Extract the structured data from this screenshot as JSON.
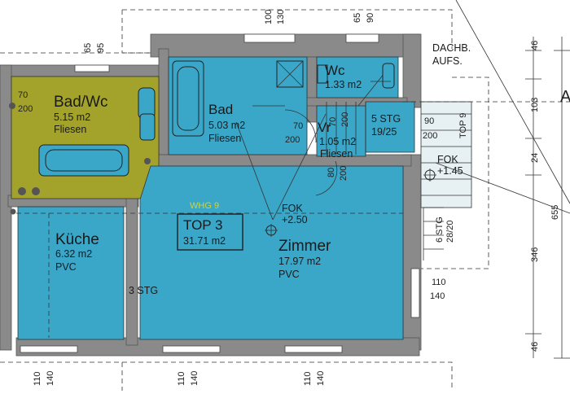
{
  "rooms": {
    "bad_wc": {
      "name": "Bad/Wc",
      "area": "5.15 m2",
      "floor": "Fliesen"
    },
    "bad": {
      "name": "Bad",
      "area": "5.03 m2",
      "floor": "Fliesen"
    },
    "wc": {
      "name": "Wc",
      "area": "1.33 m2"
    },
    "vr": {
      "name": "Vr",
      "area": "1.05 m2",
      "floor": "Fliesen"
    },
    "kueche": {
      "name": "Küche",
      "area": "6.32 m2",
      "floor": "PVC"
    },
    "zimmer": {
      "name": "Zimmer",
      "area": "17.97 m2",
      "floor": "PVC"
    }
  },
  "unit": {
    "top": "TOP 3",
    "area": "31.71 m2",
    "whg": "WHG 9"
  },
  "levels": {
    "fok_main": "FOK",
    "fok_main_val": "+2.50",
    "fok_stair": "FOK",
    "fok_stair_val": "+1.45"
  },
  "stairs": {
    "stg5": "5 STG",
    "stg5_ratio": "19/25",
    "stg6": "6 STG",
    "stg6_ratio": "28/20",
    "stg3": "3 STG",
    "top9": "TOP 9"
  },
  "annotation": {
    "dachb_1": "DACHB.",
    "dachb_2": "AUFS."
  },
  "doors": {
    "d1_w": "70",
    "d1_h": "200",
    "d2_w": "70",
    "d2_h": "200",
    "d3_w": "70",
    "d3_h": "200",
    "d4_w": "80",
    "d4_h": "200",
    "d5_w": "90",
    "d5_h": "200"
  },
  "windows": {
    "top_a_1": "100",
    "top_a_2": "130",
    "top_b_1": "65",
    "top_b_2": "90",
    "left_1": "65",
    "left_2": "95",
    "right_1": "110",
    "right_2": "140",
    "bottom": [
      {
        "a": "110",
        "b": "140"
      },
      {
        "a": "110",
        "b": "140"
      },
      {
        "a": "110",
        "b": "140"
      }
    ]
  },
  "dims_right": {
    "d1": "46",
    "d2": "103",
    "d3": "24",
    "d4": "346",
    "d5": "46",
    "total": "655"
  },
  "edge_letter": "A"
}
